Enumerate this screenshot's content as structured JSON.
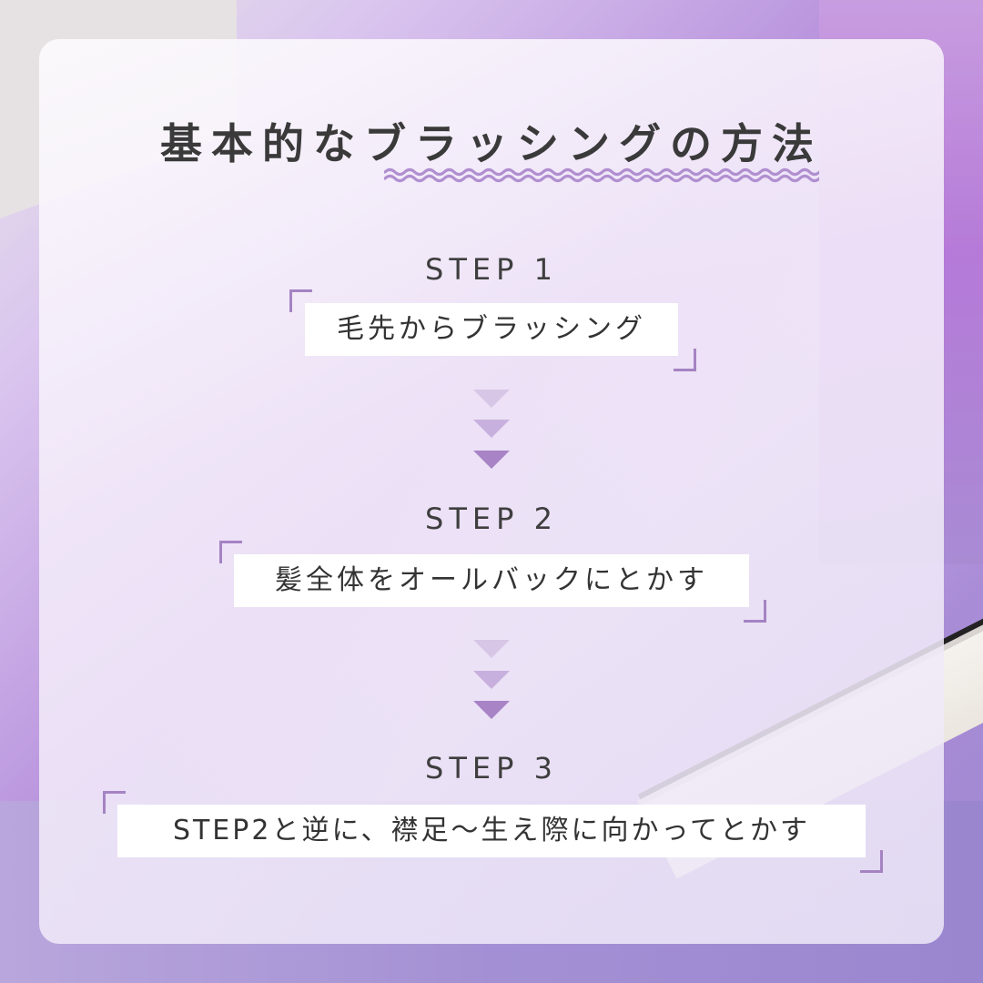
{
  "title": "基本的なブラッシングの方法",
  "accent_color": "#a583c3",
  "steps": [
    {
      "label": "STEP 1",
      "text": "毛先からブラッシング"
    },
    {
      "label": "STEP 2",
      "text": "髪全体をオールバックにとかす"
    },
    {
      "label": "STEP 3",
      "text": "STEP2と逆に、襟足〜生え際に向かってとかす"
    }
  ],
  "arrow_colors": [
    "#d7c6e6",
    "#c8b0de",
    "#a883c6"
  ]
}
